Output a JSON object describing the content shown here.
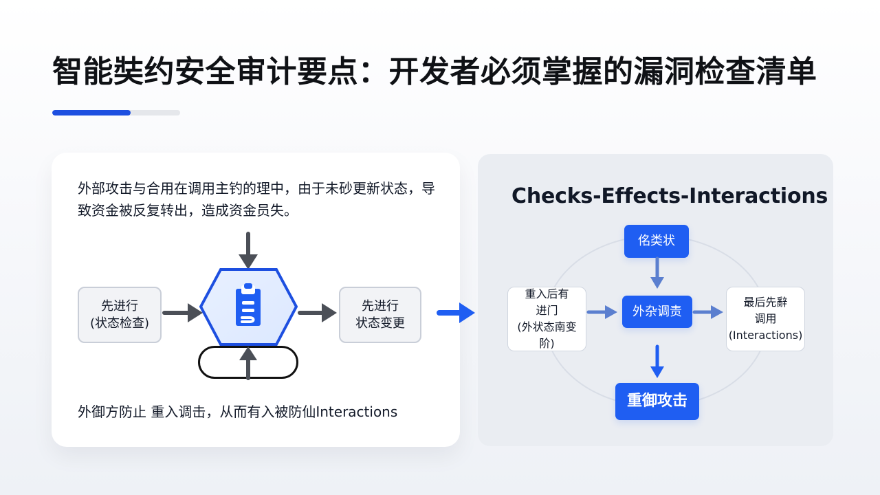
{
  "slide": {
    "title": "智能奘约安全审计要点：开发者必须掌握的漏洞检查清单",
    "accent_color": "#1d4fe0"
  },
  "left_panel": {
    "description": "外部攻击与合用在调用主钓的理中，由于未砂更新状态，导致资金被反复转出，造成资金员失。",
    "left_box": "先进行\n(状态检查)",
    "right_box": "先进行\n状态变更",
    "footer": "外御方防止 重入调击，从而有入被防仙Interactions",
    "icon": "clipboard-icon",
    "hex_color": "#1d4fe0"
  },
  "right_panel": {
    "title": "Checks-Effects-Interactions",
    "top_node": "佲类状",
    "center_node": "外杂调责",
    "bottom_node": "重御攻击",
    "left_node": "重入后有\n进门\n(外状态南变阶)",
    "right_node": "最后先辭\n调用\n(Interactions)",
    "blue": "#1f5ef2"
  }
}
